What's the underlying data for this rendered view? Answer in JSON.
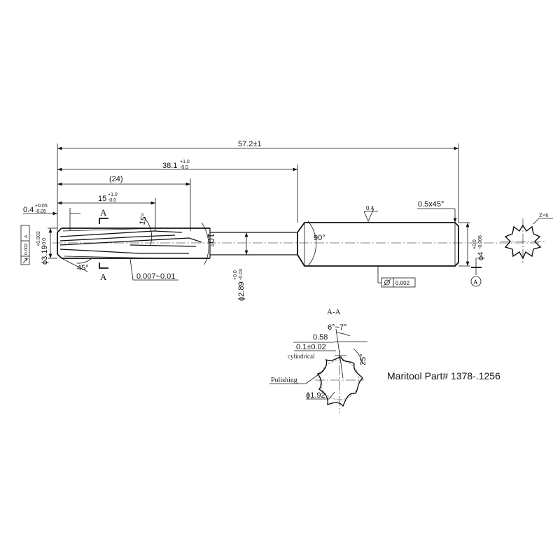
{
  "dimensions": {
    "overall_length": "57.2±1",
    "shank_start": "38.1",
    "shank_start_tol_upper": "+1.0",
    "shank_start_tol_lower": "-0.0",
    "flute_ref": "(24)",
    "flute_length": "15",
    "flute_length_tol_upper": "+1.0",
    "flute_length_tol_lower": "-0.0",
    "chamfer_length": "0.4",
    "chamfer_tol_upper": "+0.05",
    "chamfer_tol_lower": "-0.05",
    "cutting_diameter": "ϕ3.19",
    "cutting_diameter_tol_upper": "+0.003",
    "cutting_diameter_tol_lower": "-0.0",
    "neck_diameter": "ϕ2.89",
    "neck_diameter_tol_upper": "+0.0",
    "neck_diameter_tol_lower": "-0.03",
    "shank_diameter": "ϕ4",
    "shank_diameter_tol_upper": "+0.0",
    "shank_diameter_tol_lower": "-0.006",
    "end_chamfer": "0.5x45°",
    "helix_angle": "15°",
    "lead_angle": "45°",
    "neck_angle": "10°",
    "shank_chamfer_angle": "90°",
    "back_taper": "0.007~0.01",
    "runout_cut": "0.002",
    "runout_datum": "A",
    "cylindricity": "0.002",
    "roughness": "0.4",
    "datum": "A",
    "section_label": "A",
    "flutes": "Z=6"
  },
  "section": {
    "title": "A-A",
    "clearance_angle": "6°~7°",
    "land_width": "0.58",
    "margin": "0.1±0.02",
    "margin_note": "cylindrical",
    "rake_angle": "25°",
    "finish": "Polishing",
    "core_diameter": "ϕ1.92"
  },
  "part_label": "Maritool Part# 1378-.1256"
}
